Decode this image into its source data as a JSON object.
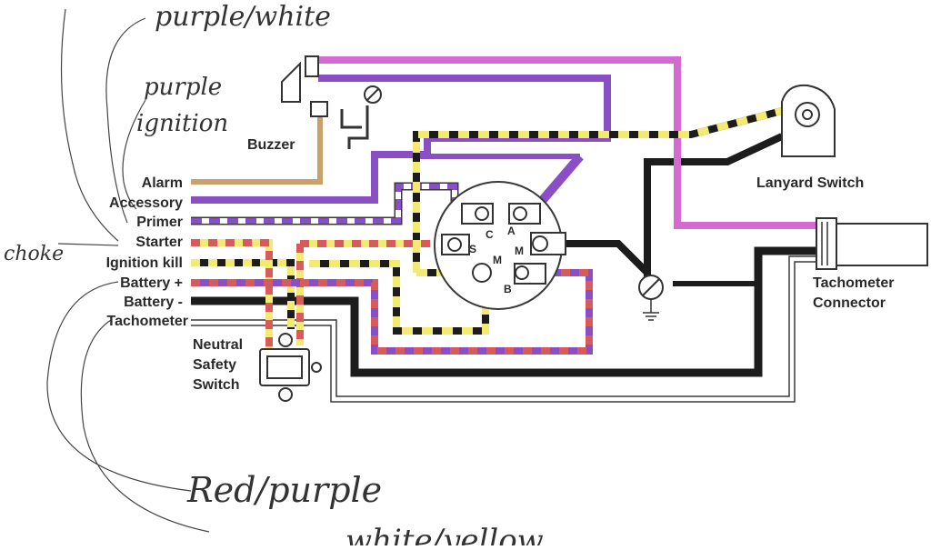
{
  "colors": {
    "purple": "#8a4fc4",
    "pink": "#d66ad3",
    "tan": "#c7a26a",
    "yellow": "#f3ea72",
    "black": "#1c1c1c",
    "red": "#d95a5a",
    "white": "#ffffff",
    "outline": "#3a3a3a"
  },
  "wire_labels": {
    "alarm": "Alarm",
    "accessory": "Accessory",
    "primer": "Primer",
    "starter": "Starter",
    "ignition_kill": "Ignition kill",
    "battery_pos": "Battery +",
    "battery_neg": "Battery -",
    "tachometer": "Tachometer"
  },
  "components": {
    "buzzer": "Buzzer",
    "lanyard_switch": "Lanyard Switch",
    "tach_connector_line1": "Tachometer",
    "tach_connector_line2": "Connector",
    "neutral_line1": "Neutral",
    "neutral_line2": "Safety",
    "neutral_line3": "Switch"
  },
  "terminals": {
    "a": "A",
    "c": "C",
    "s": "S",
    "m_right": "M",
    "m_center": "M",
    "b": "B"
  },
  "handwritten": {
    "purple_white": "purple/white",
    "purple_ignition_1": "purple",
    "purple_ignition_2": "ignition",
    "choke": "choke",
    "red_purple": "Red/purple",
    "bottom_partial": "white/yellow"
  }
}
